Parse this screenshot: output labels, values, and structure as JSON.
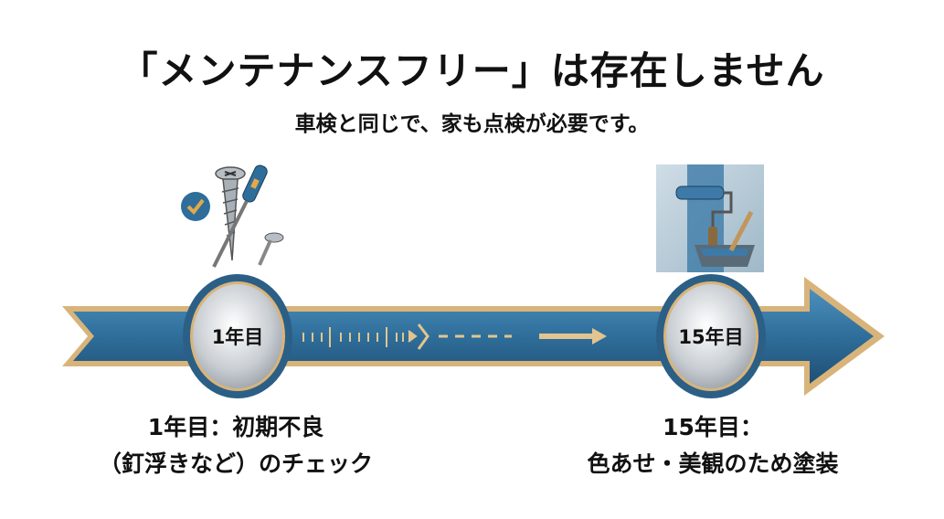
{
  "title": "「メンテナンスフリー」は存在しません",
  "subtitle": "車検と同じで、家も点検が必要です。",
  "timeline": {
    "start_marker": "1年目",
    "end_marker": "15年目",
    "colors": {
      "arrow": "#2f6e9a",
      "border": "#d8b47a",
      "accent": "#e2c58e"
    }
  },
  "milestones": [
    {
      "line1": "1年目：初期不良",
      "line2": "（釘浮きなど）のチェック",
      "icon": "screw-screwdriver-icon"
    },
    {
      "line1": "15年目：",
      "line2": "色あせ・美観のため塗装",
      "icon": "paint-roller-icon"
    }
  ]
}
